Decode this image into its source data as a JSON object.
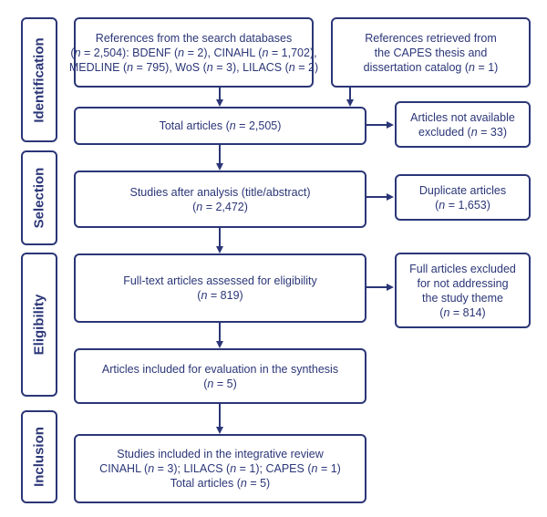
{
  "stages": [
    {
      "id": "identification",
      "label": "Identification"
    },
    {
      "id": "selection",
      "label": "Selection"
    },
    {
      "id": "eligibility",
      "label": "Eligibility"
    },
    {
      "id": "inclusion",
      "label": "Inclusion"
    }
  ],
  "boxes": {
    "search_databases": {
      "lines": [
        "References from the search databases",
        "(n = 2,504): BDENF (n = 2), CINAHL (n = 1,702),",
        "MEDLINE (n = 795), WoS (n = 3), LILACS (n = 2)"
      ]
    },
    "capes_catalog": {
      "lines": [
        "References retrieved from",
        "the CAPES thesis and",
        "dissertation catalog (n = 1)"
      ]
    },
    "total_articles": {
      "lines": [
        "Total articles (n = 2,505)"
      ]
    },
    "not_available": {
      "lines": [
        "Articles not available",
        "excluded  (n = 33)"
      ]
    },
    "after_analysis": {
      "lines": [
        "Studies after analysis (title/abstract)",
        "(n = 2,472)"
      ]
    },
    "duplicates": {
      "lines": [
        "Duplicate articles",
        "(n = 1,653)"
      ]
    },
    "full_text": {
      "lines": [
        "Full-text articles assessed for eligibility",
        "(n = 819)"
      ]
    },
    "full_excluded": {
      "lines": [
        "Full articles excluded",
        "for not addressing",
        "the study theme",
        "(n = 814)"
      ]
    },
    "synthesis": {
      "lines": [
        "Articles included for evaluation in the synthesis",
        "(n = 5)"
      ]
    },
    "included": {
      "lines": [
        "Studies included in the integrative review",
        "CINAHL (n = 3); LILACS (n = 1); CAPES (n = 1)",
        "Total articles (n = 5)"
      ]
    }
  },
  "colors": {
    "stroke": "#2b3677",
    "background": "#ffffff"
  }
}
